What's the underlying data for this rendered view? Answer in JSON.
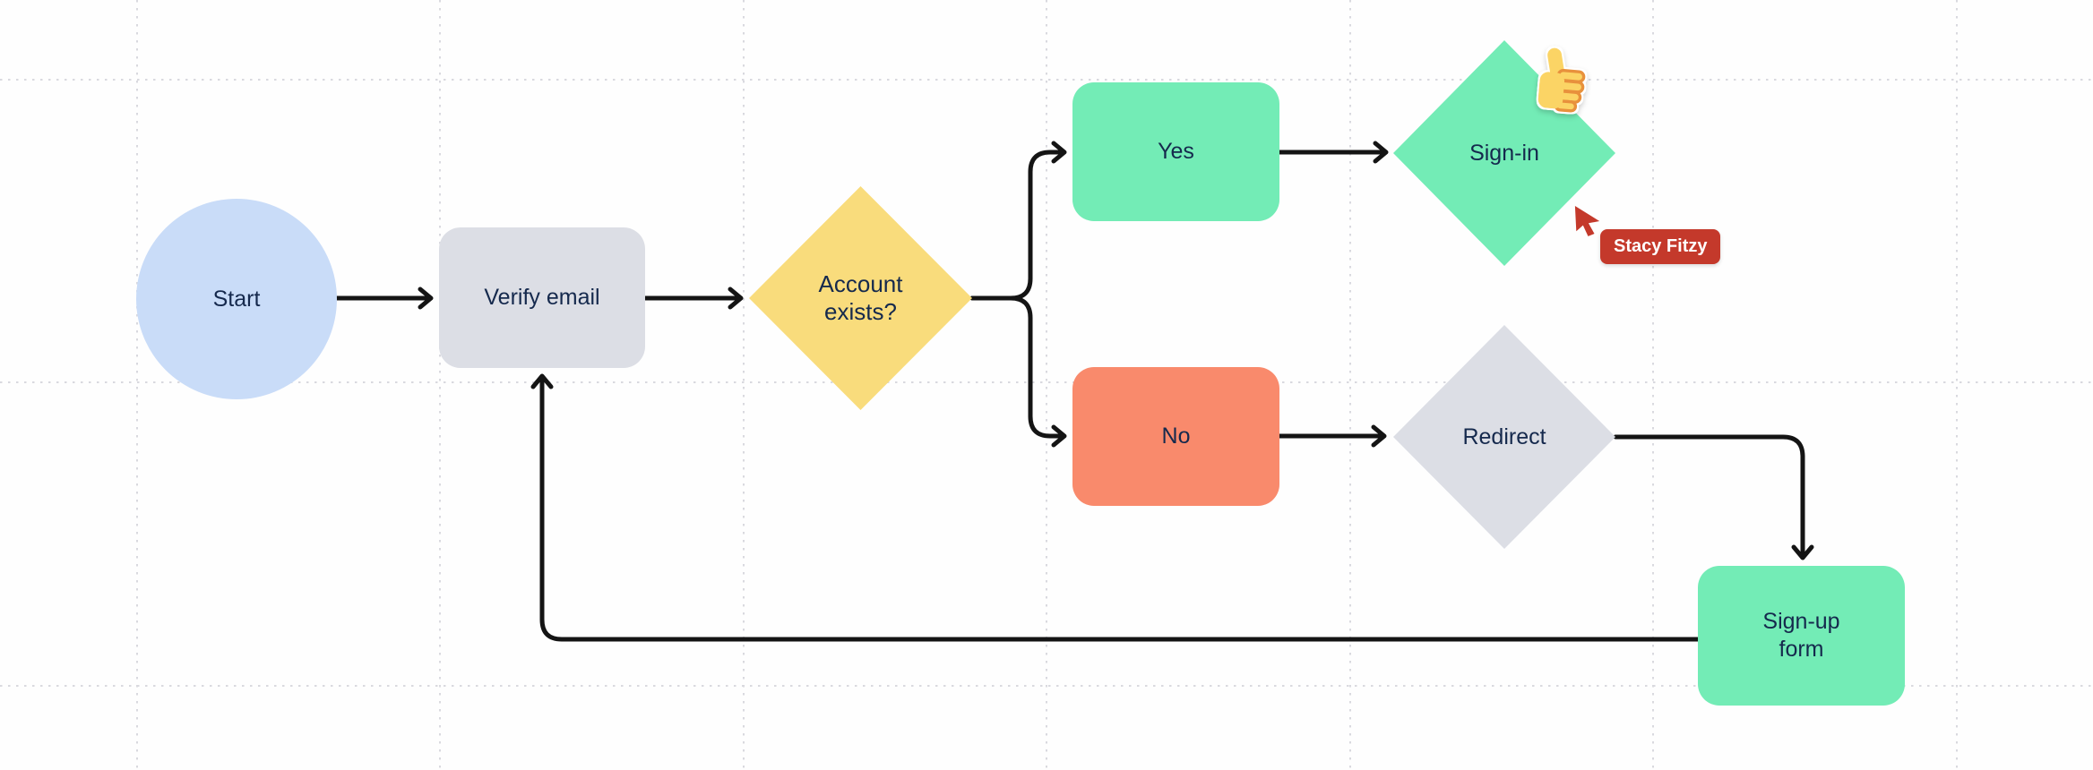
{
  "canvas": {
    "background": "#FEFEFE",
    "grid_color": "#D9D9DF",
    "connector_color": "#141414",
    "text_color": "#15294D"
  },
  "diagram": {
    "nodes": [
      {
        "id": "start",
        "type": "circle",
        "label": "Start",
        "color": "#C9DCF8"
      },
      {
        "id": "verify-email",
        "type": "rectangle",
        "label": "Verify email",
        "color": "#DCDEE5"
      },
      {
        "id": "account-exists",
        "type": "diamond",
        "label": "Account exists?",
        "color": "#F9DC7C"
      },
      {
        "id": "yes",
        "type": "rectangle",
        "label": "Yes",
        "color": "#73ECB6"
      },
      {
        "id": "sign-in",
        "type": "diamond",
        "label": "Sign-in",
        "color": "#73ECB6"
      },
      {
        "id": "no",
        "type": "rectangle",
        "label": "No",
        "color": "#F98A6C"
      },
      {
        "id": "redirect",
        "type": "diamond",
        "label": "Redirect",
        "color": "#DCDEE5"
      },
      {
        "id": "signup-form",
        "type": "rectangle",
        "label": "Sign-up form",
        "color": "#73ECB6"
      }
    ],
    "edges": [
      {
        "from": "start",
        "to": "verify-email"
      },
      {
        "from": "verify-email",
        "to": "account-exists"
      },
      {
        "from": "account-exists",
        "to": "yes"
      },
      {
        "from": "account-exists",
        "to": "no"
      },
      {
        "from": "yes",
        "to": "sign-in"
      },
      {
        "from": "no",
        "to": "redirect"
      },
      {
        "from": "redirect",
        "to": "signup-form"
      },
      {
        "from": "signup-form",
        "to": "verify-email"
      }
    ]
  },
  "collaborator": {
    "name": "Stacy Fitzy",
    "cursor_color": "#C4392B"
  },
  "sticker": {
    "icon": "thumbs-up-emoji",
    "hand_color": "#FBD465",
    "outline_color": "#E8913C"
  }
}
